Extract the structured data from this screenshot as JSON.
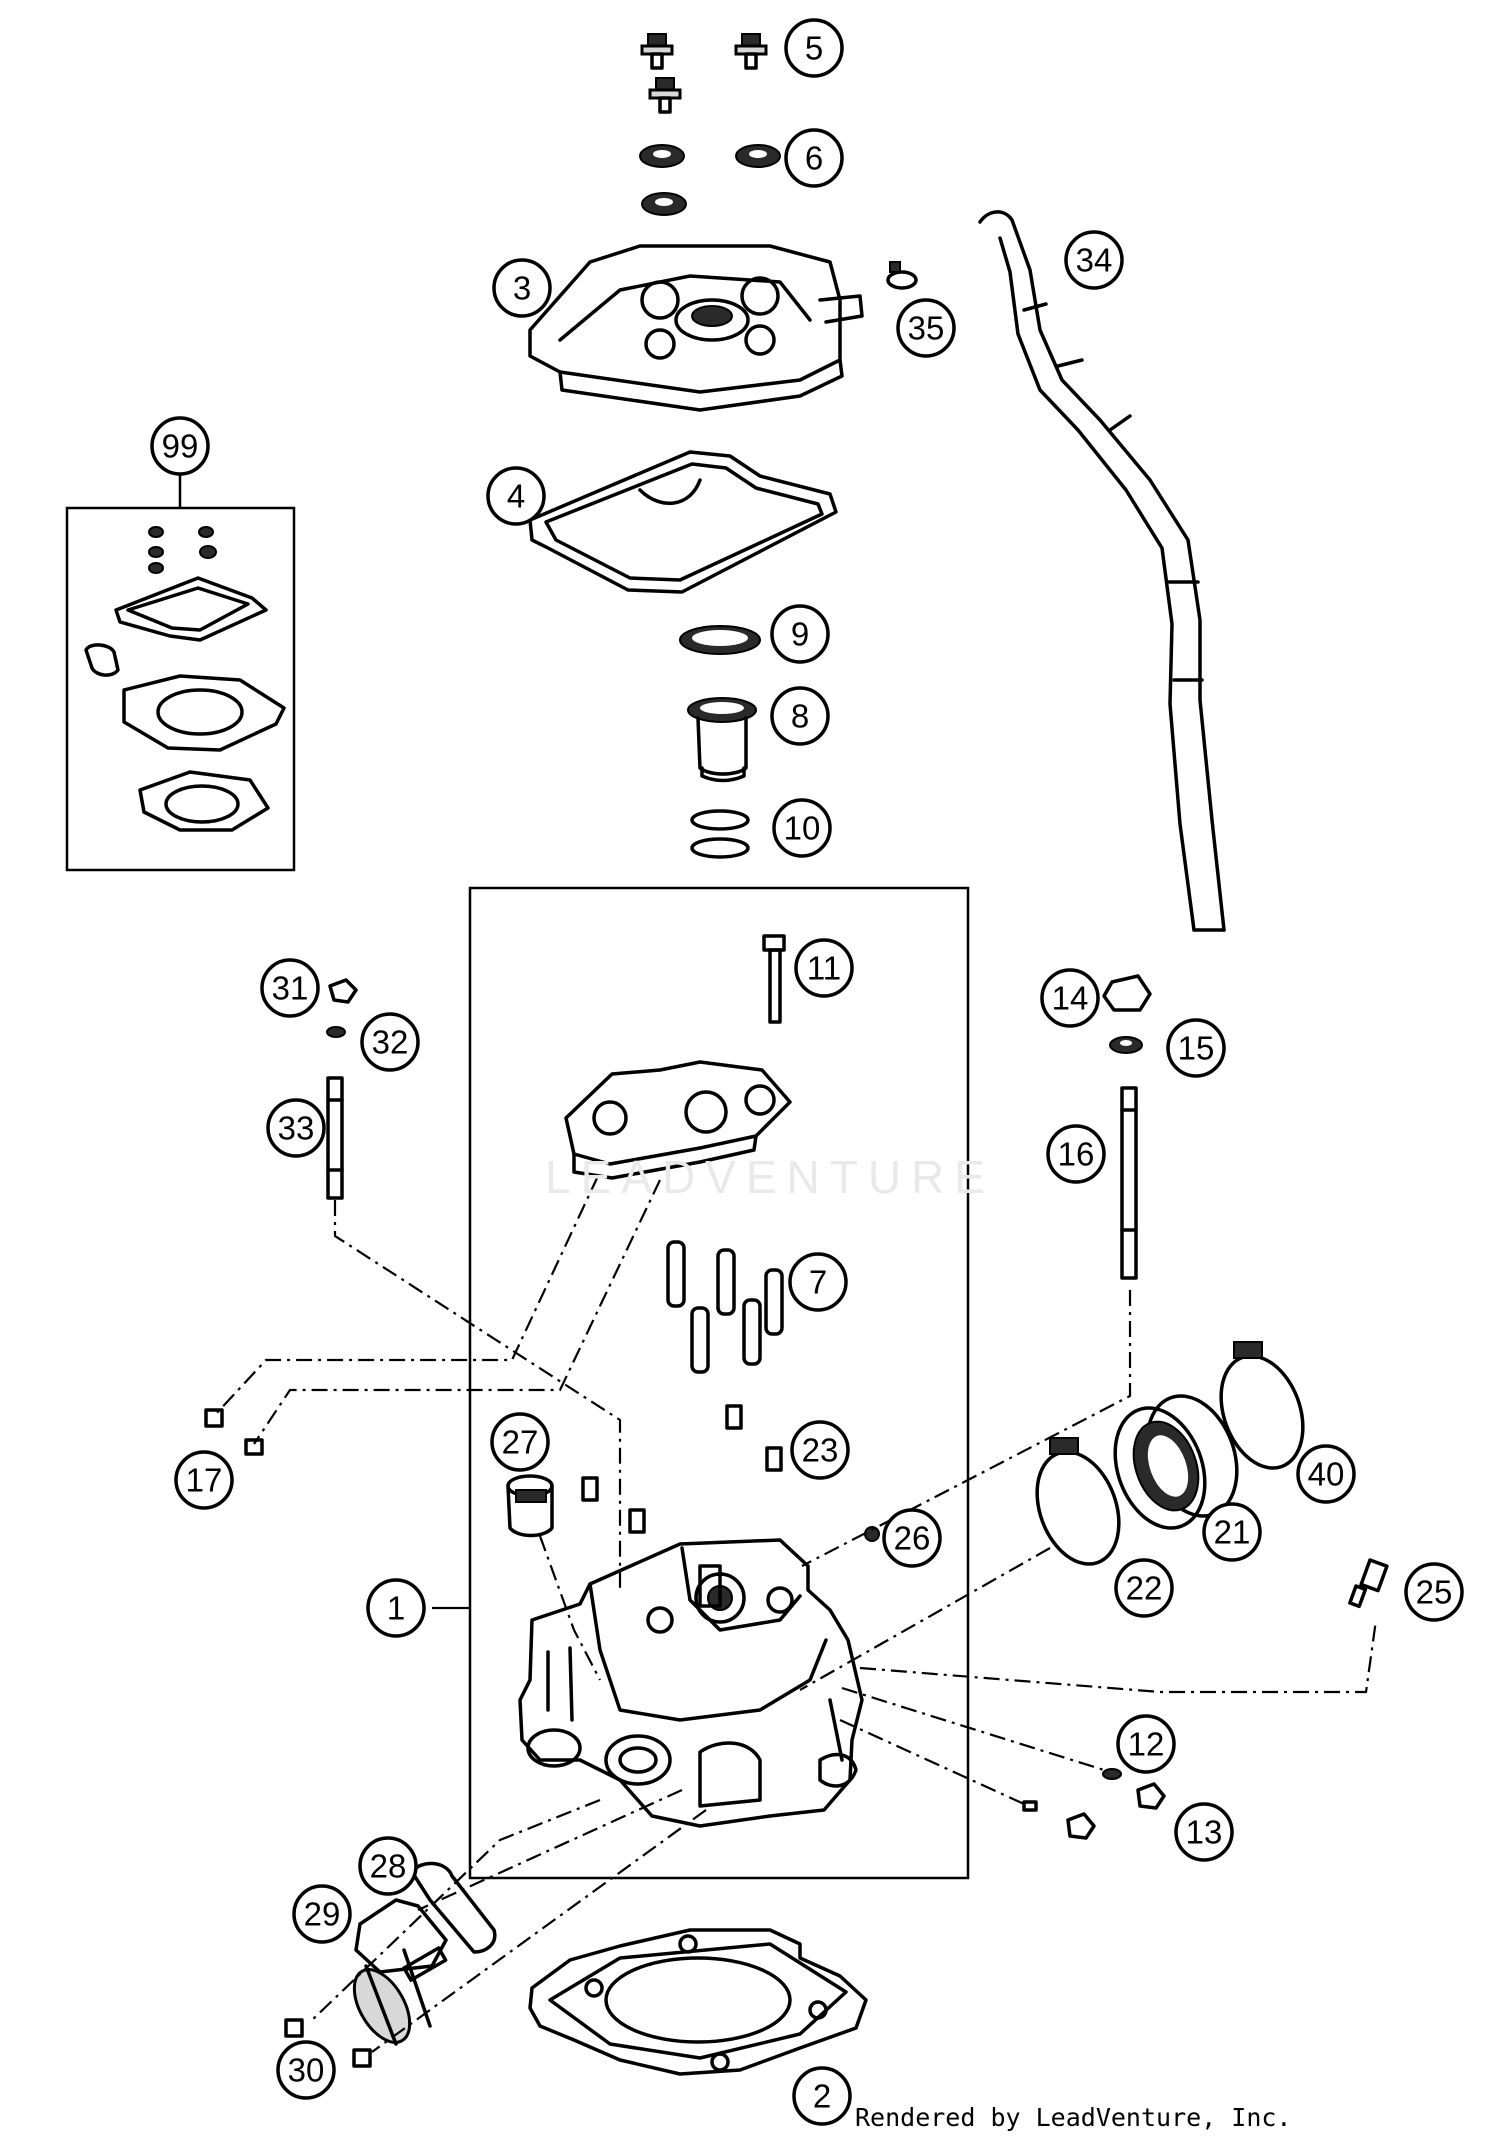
{
  "watermark": "LEADVENTURE",
  "credit": "Rendered by LeadVenture, Inc.",
  "callouts": [
    {
      "id": "c1",
      "label": "1"
    },
    {
      "id": "c2",
      "label": "2"
    },
    {
      "id": "c3",
      "label": "3"
    },
    {
      "id": "c4",
      "label": "4"
    },
    {
      "id": "c5",
      "label": "5"
    },
    {
      "id": "c6",
      "label": "6"
    },
    {
      "id": "c7",
      "label": "7"
    },
    {
      "id": "c8",
      "label": "8"
    },
    {
      "id": "c9",
      "label": "9"
    },
    {
      "id": "c10",
      "label": "10"
    },
    {
      "id": "c11",
      "label": "11"
    },
    {
      "id": "c12",
      "label": "12"
    },
    {
      "id": "c13",
      "label": "13"
    },
    {
      "id": "c14",
      "label": "14"
    },
    {
      "id": "c15",
      "label": "15"
    },
    {
      "id": "c16",
      "label": "16"
    },
    {
      "id": "c17",
      "label": "17"
    },
    {
      "id": "c21",
      "label": "21"
    },
    {
      "id": "c22",
      "label": "22"
    },
    {
      "id": "c23",
      "label": "23"
    },
    {
      "id": "c25",
      "label": "25"
    },
    {
      "id": "c26",
      "label": "26"
    },
    {
      "id": "c27",
      "label": "27"
    },
    {
      "id": "c28",
      "label": "28"
    },
    {
      "id": "c29",
      "label": "29"
    },
    {
      "id": "c30",
      "label": "30"
    },
    {
      "id": "c31",
      "label": "31"
    },
    {
      "id": "c32",
      "label": "32"
    },
    {
      "id": "c33",
      "label": "33"
    },
    {
      "id": "c34",
      "label": "34"
    },
    {
      "id": "c35",
      "label": "35"
    },
    {
      "id": "c40",
      "label": "40"
    },
    {
      "id": "c99",
      "label": "99"
    }
  ]
}
